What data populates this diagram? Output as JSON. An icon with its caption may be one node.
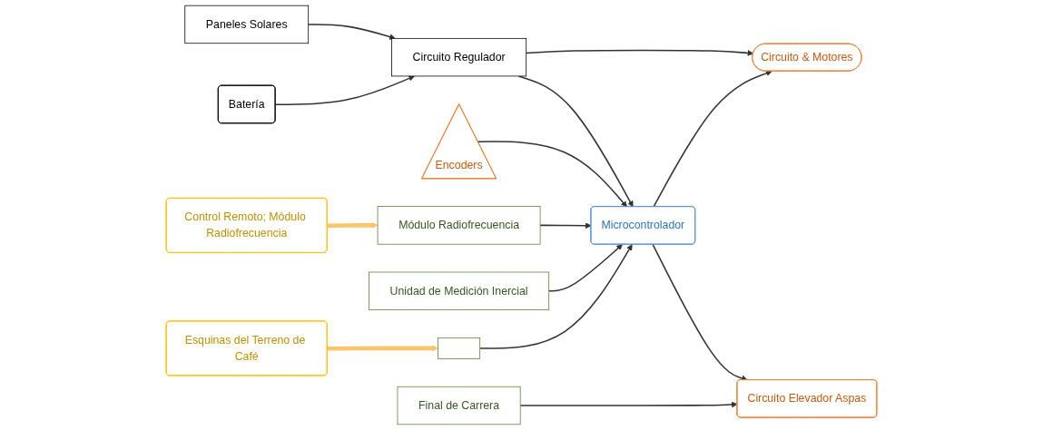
{
  "diagram": {
    "nodes": [
      {
        "text": [
          "Paneles Solares"
        ]
      },
      {
        "text": [
          "Batería"
        ]
      },
      {
        "text": [
          "Circuito Regulador"
        ]
      },
      {
        "text": [
          "Microcontrolador"
        ]
      },
      {
        "text": [
          "Módulo Radiofrecuencia"
        ]
      },
      {
        "text": [
          "Unidad de Medición Inercial"
        ]
      },
      {
        "text": [],
        "shape": "box"
      },
      {
        "text": [
          "Circuito Elevador Aspas"
        ]
      },
      {
        "text": [
          "Circuito & Motores"
        ]
      },
      {
        "text": [
          "Encoders"
        ]
      },
      {
        "text": [
          "Final de Carrera"
        ]
      },
      {
        "text": [
          "Control Remoto; Módulo Radiofrecuencia"
        ]
      },
      {
        "text": [
          "Esquinas del Terreno de Café"
        ]
      }
    ],
    "edges": [
      {
        "from": 0,
        "to": 2,
        "arrow": "to"
      },
      {
        "from": 1,
        "to": 2,
        "arrow": "to"
      },
      {
        "from": 2,
        "to": 3,
        "arrow": "to"
      },
      {
        "from": 2,
        "to": 8,
        "arrow": "to"
      },
      {
        "from": 3,
        "to": 8,
        "arrow": "to"
      },
      {
        "from": 9,
        "to": 3,
        "arrow": "to"
      },
      {
        "from": 4,
        "to": 3,
        "arrow": "to"
      },
      {
        "from": 5,
        "to": 3,
        "arrow": "to"
      },
      {
        "from": 6,
        "to": 3,
        "arrow": "to"
      },
      {
        "from": 3,
        "to": 7,
        "arrow": "to"
      },
      {
        "from": 10,
        "to": 7,
        "arrow": "to"
      },
      {
        "from": 11,
        "to": 4,
        "arrow": "to",
        "style": "thick",
        "color": "#f9c66b"
      },
      {
        "from": 12,
        "to": 6,
        "arrow": "to",
        "style": "thick",
        "color": "#f9c66b"
      }
    ]
  }
}
